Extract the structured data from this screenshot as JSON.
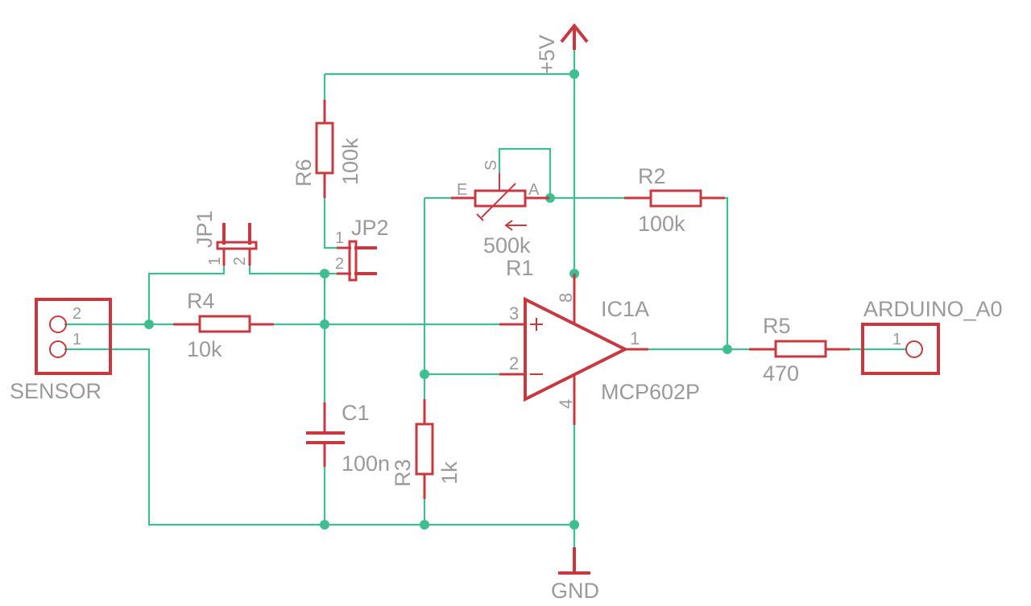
{
  "colors": {
    "wire": "#3fbf8f",
    "part": "#c8393f",
    "text": "#9a9a9a"
  },
  "labels": {
    "supply": "+5V",
    "ground": "GND",
    "r6_name": "R6",
    "r6_value": "100k",
    "jp1_name": "JP1",
    "jp1_pin1": "1",
    "jp1_pin2": "2",
    "jp2_name": "JP2",
    "jp2_pin1": "1",
    "jp2_pin2": "2",
    "r1_name": "R1",
    "r1_value": "500k",
    "r1_pin_e": "E",
    "r1_pin_s": "S",
    "r1_pin_a": "A",
    "r2_name": "R2",
    "r2_value": "100k",
    "r4_name": "R4",
    "r4_value": "10k",
    "c1_name": "C1",
    "c1_value": "100n",
    "r3_name": "R3",
    "r3_value": "1k",
    "ic_name": "IC1A",
    "ic_value": "MCP602P",
    "ic_pin3": "3",
    "ic_pin2": "2",
    "ic_pin1": "1",
    "ic_pin8": "8",
    "ic_pin4": "4",
    "r5_name": "R5",
    "r5_value": "470",
    "sensor_name": "SENSOR",
    "sensor_pin2": "2",
    "sensor_pin1": "1",
    "arduino_name": "ARDUINO_A0",
    "arduino_pin1": "1"
  }
}
